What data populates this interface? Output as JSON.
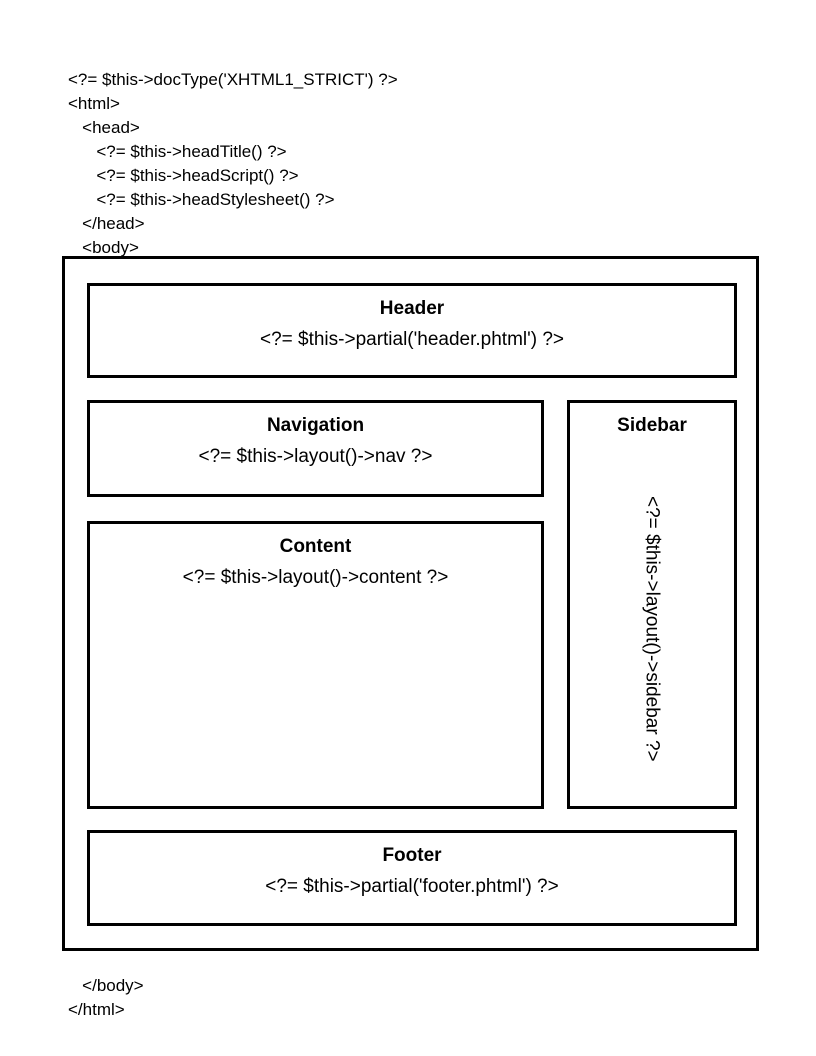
{
  "code_top": "<?= $this->docType('XHTML1_STRICT') ?>\n<html>\n   <head>\n      <?= $this->headTitle() ?>\n      <?= $this->headScript() ?>\n      <?= $this->headStylesheet() ?>\n   </head>\n   <body>",
  "code_bottom": "   </body>\n</html>",
  "diagram": {
    "regions": [
      {
        "key": "header",
        "title": "Header",
        "code": "<?= $this->partial('header.phtml') ?>"
      },
      {
        "key": "navigation",
        "title": "Navigation",
        "code": "<?= $this->layout()->nav ?>"
      },
      {
        "key": "content",
        "title": "Content",
        "code": "<?= $this->layout()->content ?>"
      },
      {
        "key": "sidebar",
        "title": "Sidebar",
        "code": "<?= $this->layout()->sidebar ?>"
      },
      {
        "key": "footer",
        "title": "Footer",
        "code": "<?= $this->partial('footer.phtml') ?>"
      }
    ]
  },
  "colors": {
    "stroke": "#000000",
    "background": "#ffffff",
    "text": "#000000"
  }
}
